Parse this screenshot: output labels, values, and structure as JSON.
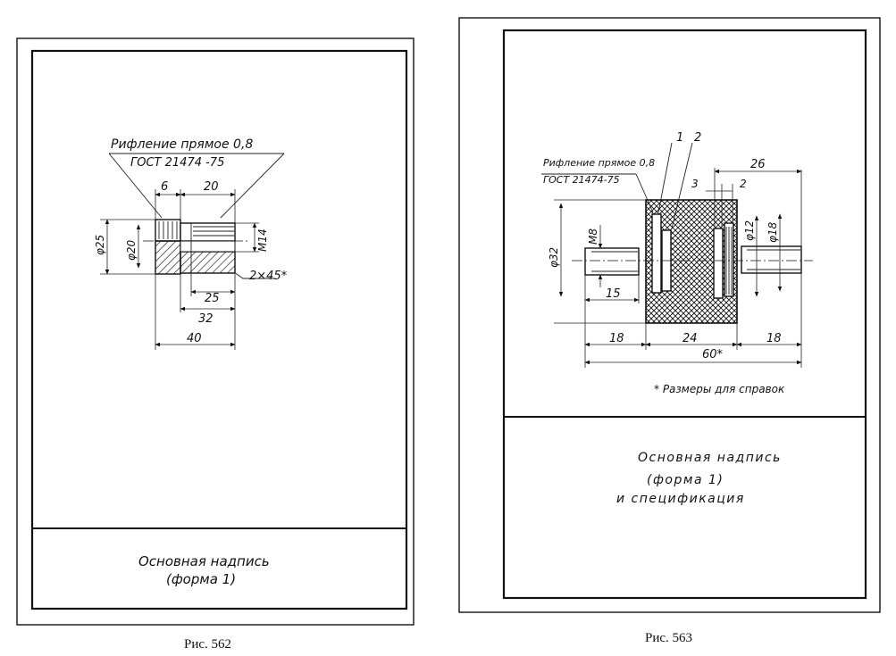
{
  "fig562": {
    "knurl_label": "Рифление прямое 0,8",
    "gost": "ГОСТ 21474 -75",
    "dims": {
      "d6": "6",
      "d20": "20",
      "m14": "M14",
      "phi25": "φ25",
      "phi20": "φ20",
      "chamfer": "2×45*",
      "d25": "25",
      "d32": "32",
      "d40": "40"
    },
    "title_block": [
      "Основная надпись",
      "(форма 1)"
    ],
    "caption": "Рис. 562"
  },
  "fig563": {
    "part1": "1",
    "part2": "2",
    "knurl_label": "Рифление прямое 0,8",
    "gost": "ГОСТ 21474-75",
    "dims": {
      "d26": "26",
      "d3": "3",
      "d2": "2",
      "phi32": "φ32",
      "m8": "M8",
      "phi12": "φ12",
      "phi18": "φ18",
      "d15": "15",
      "d18a": "18",
      "d24": "24",
      "d18b": "18",
      "d60": "60*"
    },
    "note": "* Размеры для справок",
    "title_block": [
      "Основная надпись",
      "(форма 1)",
      "и спецификация"
    ],
    "caption": "Рис. 563"
  }
}
